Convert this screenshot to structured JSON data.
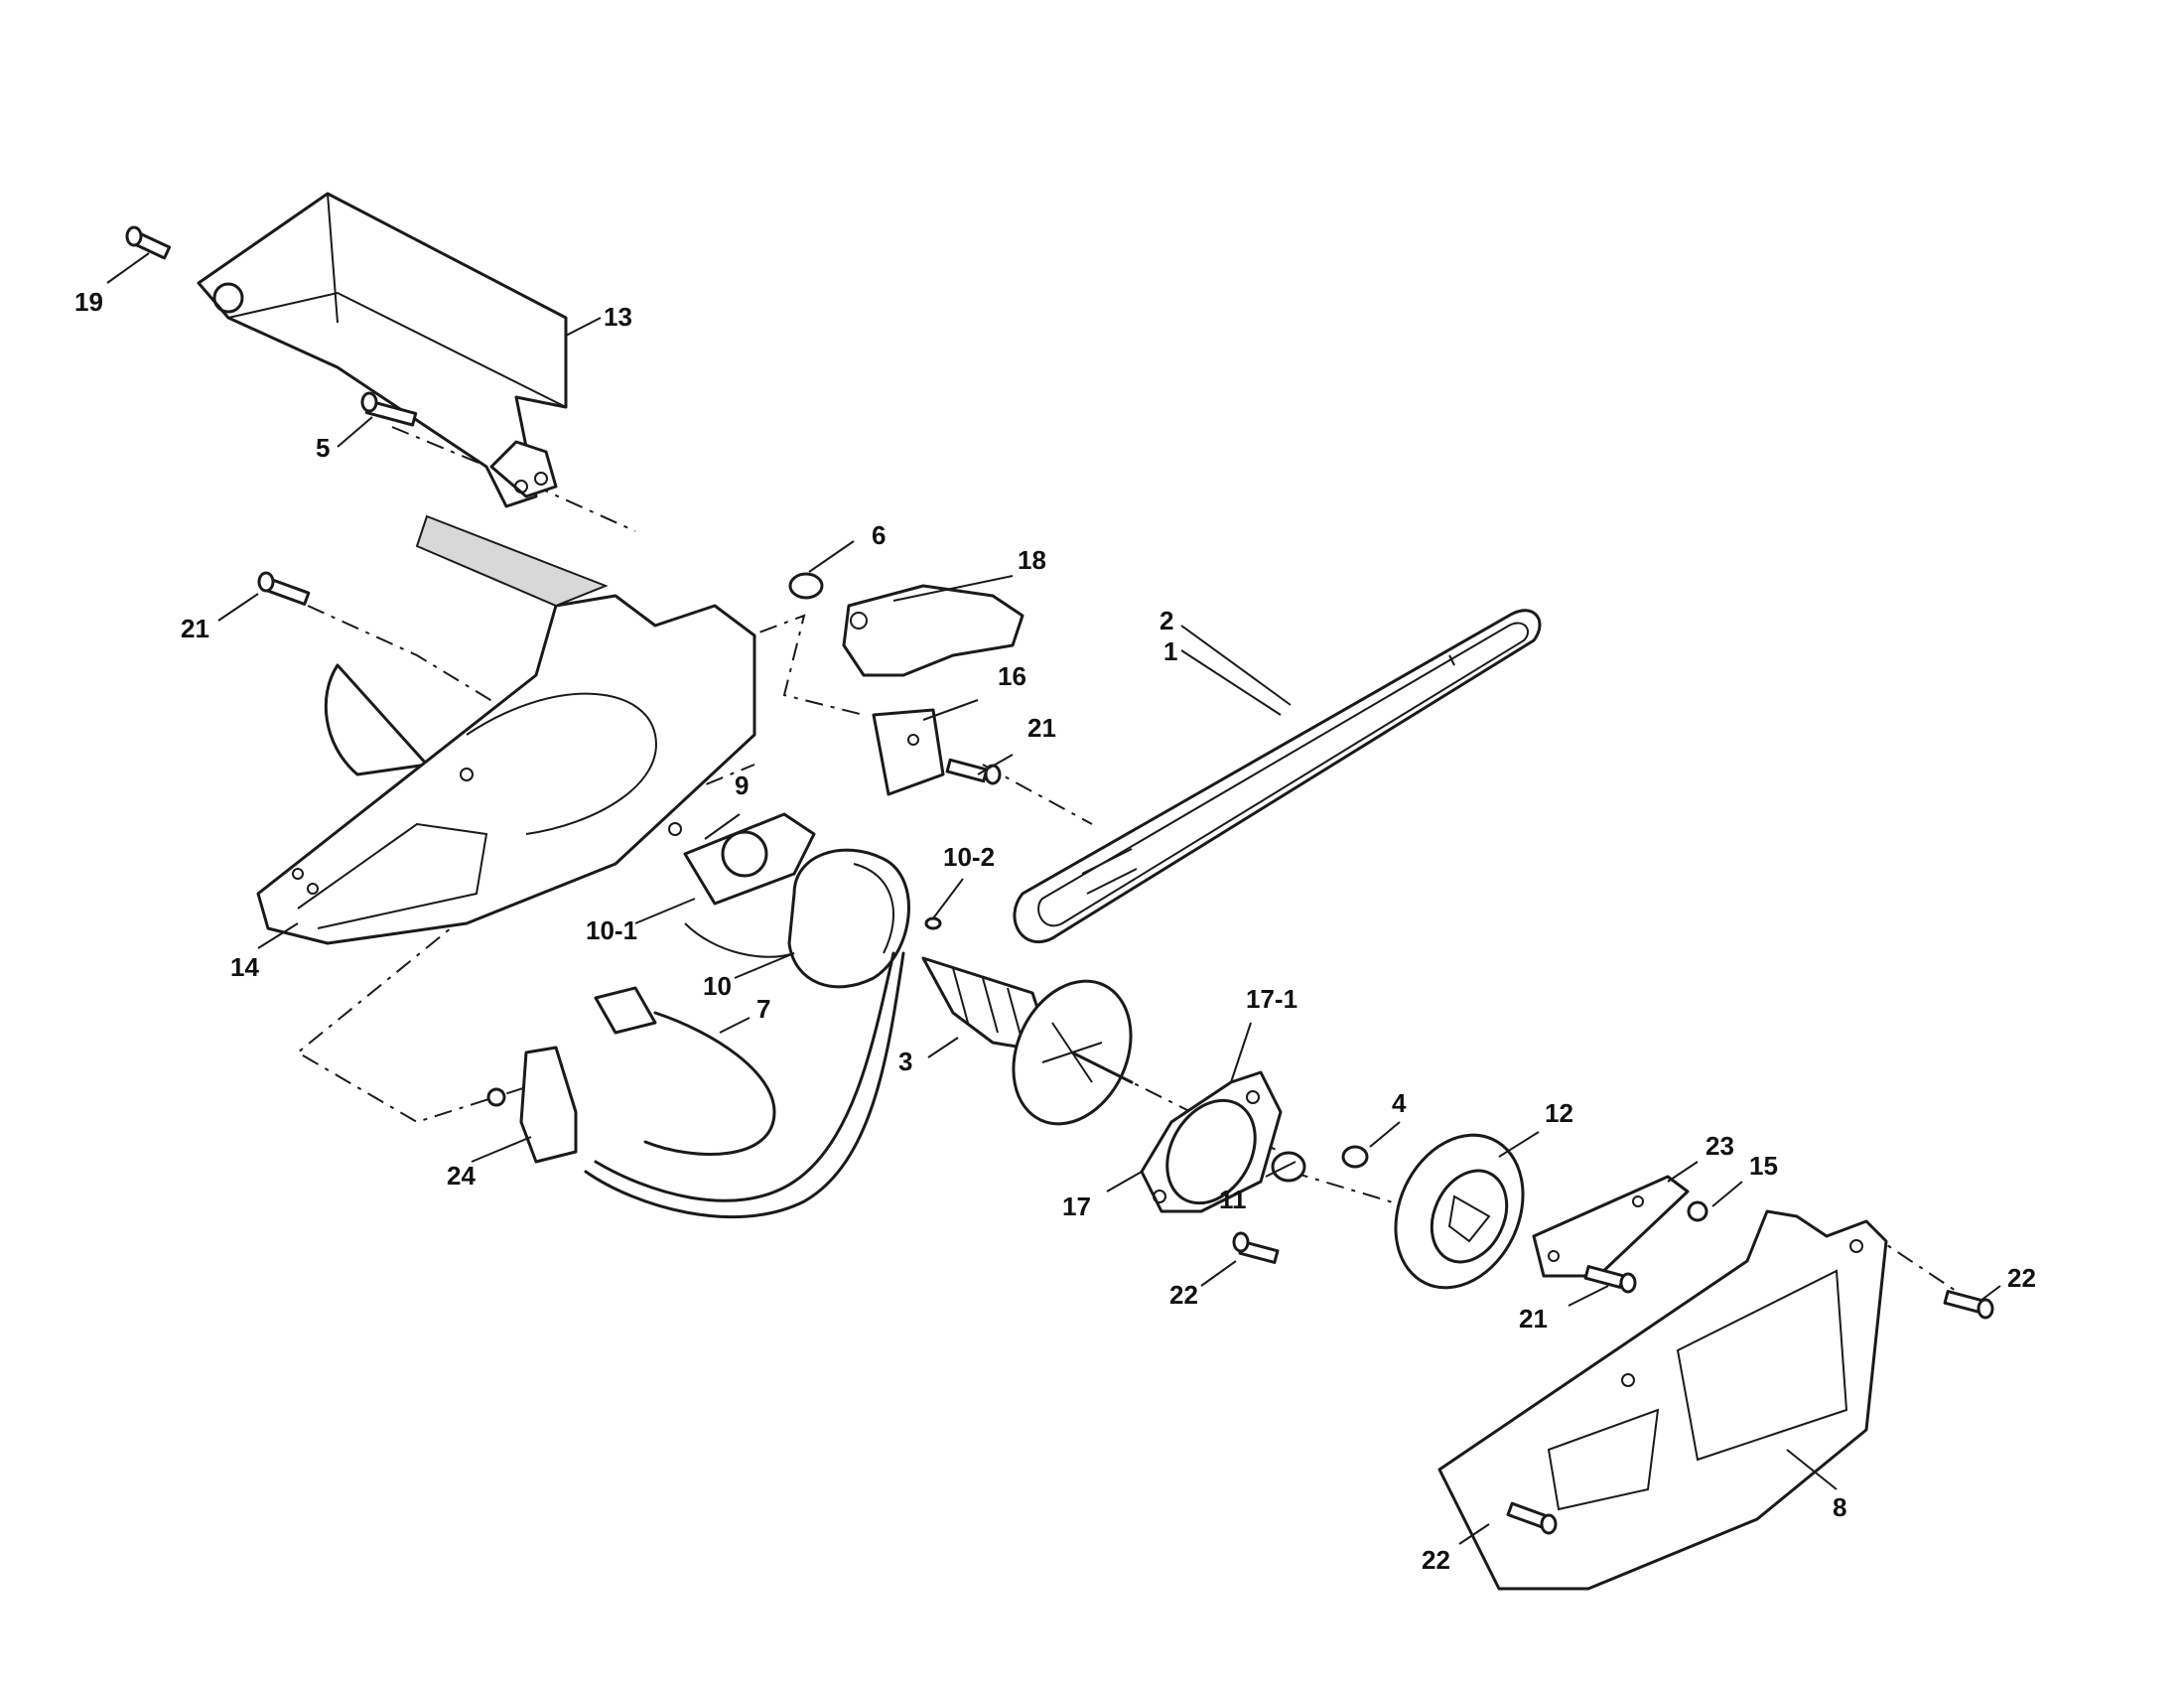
{
  "diagram": {
    "colors": {
      "line": "#1a1a1a",
      "background": "#ffffff"
    },
    "labels": {
      "l19": "19",
      "l13": "13",
      "l5": "5",
      "l6": "6",
      "l18": "18",
      "l21a": "21",
      "l2": "2",
      "l1": "1",
      "l16": "16",
      "l21b": "21",
      "l9": "9",
      "l10_2": "10-2",
      "l10_1": "10-1",
      "l14": "14",
      "l10": "10",
      "l7": "7",
      "l17_1": "17-1",
      "l3": "3",
      "l4": "4",
      "l12": "12",
      "l23": "23",
      "l15": "15",
      "l24": "24",
      "l17": "17",
      "l11": "11",
      "l22a": "22",
      "l22b": "22",
      "l21c": "21",
      "l8": "8",
      "l22c": "22"
    }
  }
}
